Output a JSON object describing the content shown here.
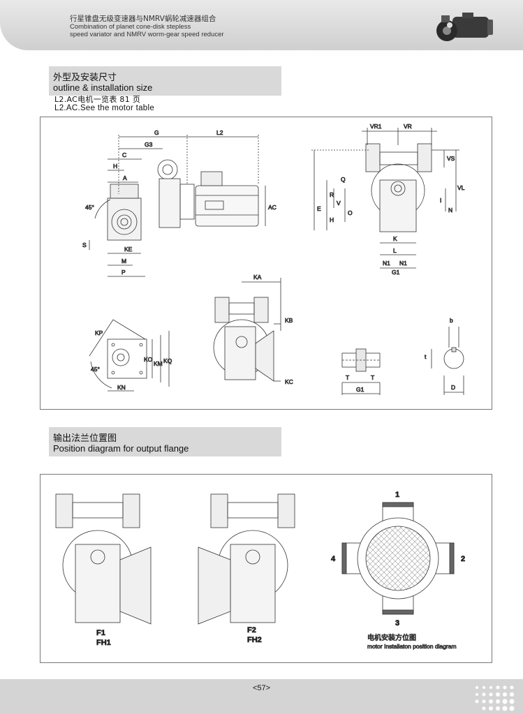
{
  "header": {
    "title_zh": "行星锥盘无级变速器与NMRV蜗轮减速器组合",
    "title_en_line1": "Combination of planet cone-disk stepless",
    "title_en_line2": "speed variator and NMRV worm-gear speed reducer"
  },
  "section1": {
    "title_zh": "外型及安装尺寸",
    "title_en": "outline & installation size",
    "note_line1": "L2.AC电机一览表 81 页",
    "note_line2": "L2.AC.See the motor table"
  },
  "dims": {
    "G": "G",
    "G3": "G3",
    "C": "C",
    "H": "H",
    "A": "A",
    "L2": "L2",
    "AC": "AC",
    "deg45": "45°",
    "S": "S",
    "KE": "KE",
    "M": "M",
    "P": "P",
    "VR1": "VR1",
    "VR": "VR",
    "VS": "VS",
    "VL": "VL",
    "E": "E",
    "R": "R",
    "Q": "Q",
    "V": "V",
    "O": "O",
    "I": "I",
    "N": "N",
    "K": "K",
    "L": "L",
    "N1": "N1",
    "G1": "G1",
    "KA": "KA",
    "KB": "KB",
    "KC": "KC",
    "KP": "KP",
    "KO": "KO",
    "KM": "KM",
    "KQ": "KQ",
    "KN": "KN",
    "T": "T",
    "b": "b",
    "t": "t",
    "D": "D"
  },
  "section2": {
    "title_zh": "输出法兰位置图",
    "title_en": "Position diagram for output flange",
    "f1": "F1",
    "fh1": "FH1",
    "f2": "F2",
    "fh2": "FH2",
    "pos1": "1",
    "pos2": "2",
    "pos3": "3",
    "pos4": "4",
    "motor_caption_zh": "电机安装方位图",
    "motor_caption_en": "motor Installaton position diagram"
  },
  "footer": {
    "page": "<57>"
  }
}
